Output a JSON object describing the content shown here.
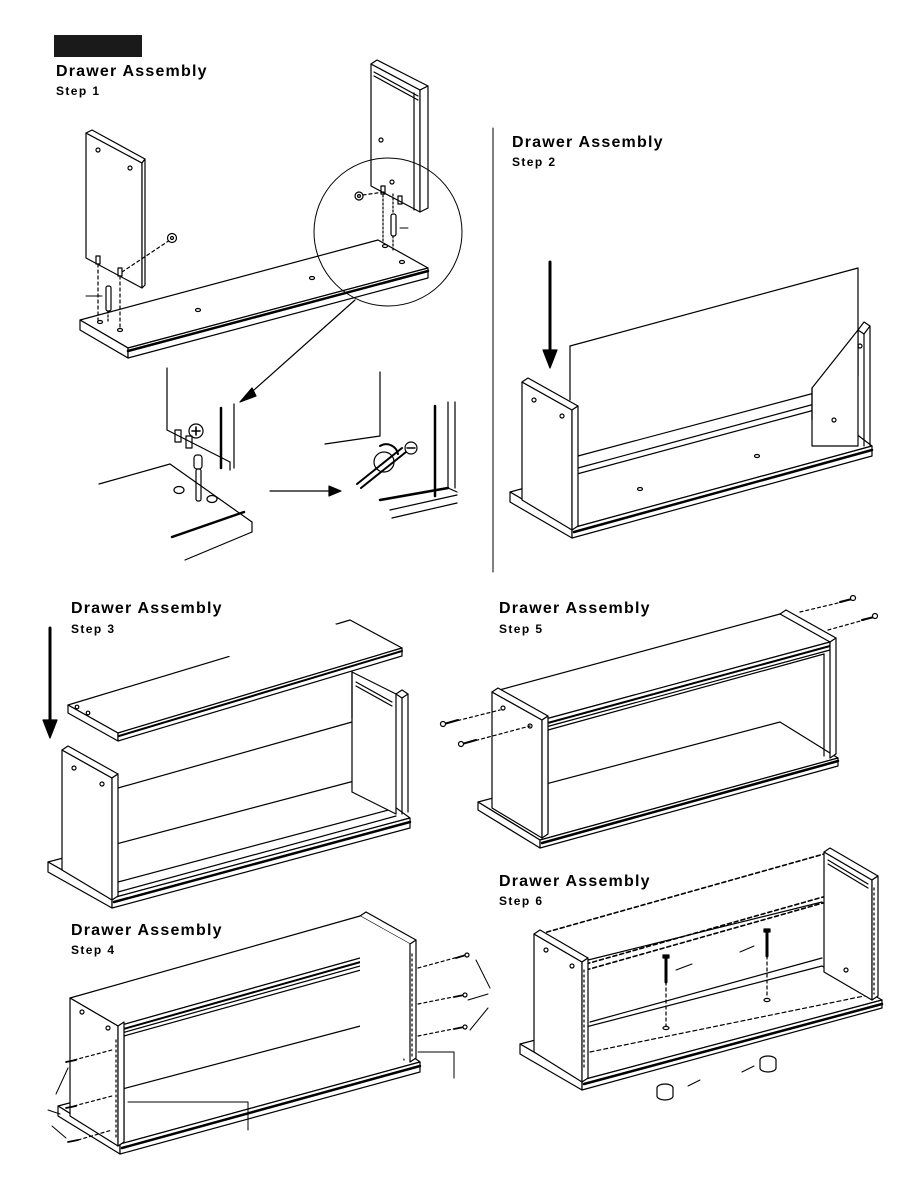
{
  "sections": [
    {
      "title": "Drawer Assembly",
      "step": "Step 1"
    },
    {
      "title": "Drawer Assembly",
      "step": "Step 2"
    },
    {
      "title": "Drawer Assembly",
      "step": "Step 3"
    },
    {
      "title": "Drawer Assembly",
      "step": "Step 4"
    },
    {
      "title": "Drawer Assembly",
      "step": "Step 5"
    },
    {
      "title": "Drawer Assembly",
      "step": "Step 6"
    }
  ],
  "colors": {
    "ink": "#000000",
    "paper": "#ffffff",
    "tab": "#1a1a1a"
  },
  "icons": [
    "cam-lock-icon",
    "dowel-icon",
    "screw-icon",
    "drawer-knob-icon",
    "arrow-down-icon",
    "arrow-right-icon",
    "screwdriver-icon"
  ]
}
